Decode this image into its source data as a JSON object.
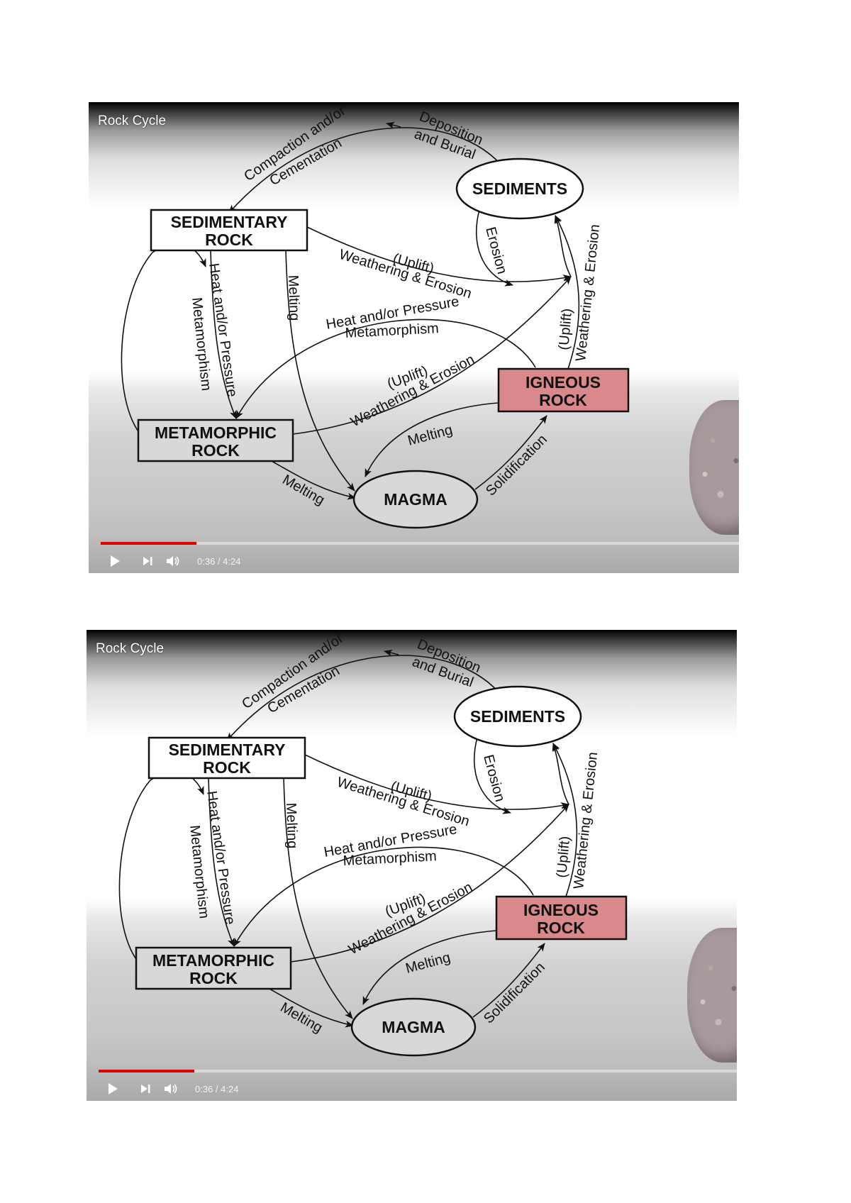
{
  "video": {
    "title": "Rock Cycle",
    "time": "0:36 / 4:24",
    "progress_fraction": 0.15
  },
  "nodes": {
    "sediments": "SEDIMENTS",
    "sedimentary_line1": "SEDIMENTARY",
    "sedimentary_line2": "ROCK",
    "metamorphic_line1": "METAMORPHIC",
    "metamorphic_line2": "ROCK",
    "igneous_line1": "IGNEOUS",
    "igneous_line2": "ROCK",
    "magma": "MAGMA"
  },
  "labels": {
    "compaction1": "Compaction and/or",
    "compaction2": "Cementation",
    "deposition1": "Deposition",
    "deposition2": "and Burial",
    "erosion": "Erosion",
    "uplift_a": "(Uplift)",
    "weathering_a": "Weathering & Erosion",
    "melting_a": "Melting",
    "heat_vertical1": "Heat and/or Pressure",
    "heat_vertical2": "Metamorphism",
    "heat_diag1": "Heat and/or Pressure",
    "heat_diag2": "Metamorphism",
    "uplift_b": "(Uplift)",
    "weathering_b": "Weathering & Erosion",
    "melting_b": "Melting",
    "melting_c": "Melting",
    "solidification": "Solidification",
    "uplift_c": "(Uplift)",
    "weathering_c": "Weathering & Erosion"
  },
  "colors": {
    "igneous_fill": "#d9898b",
    "progress": "#e00000"
  },
  "icons": [
    "play-icon",
    "next-icon",
    "volume-icon"
  ]
}
